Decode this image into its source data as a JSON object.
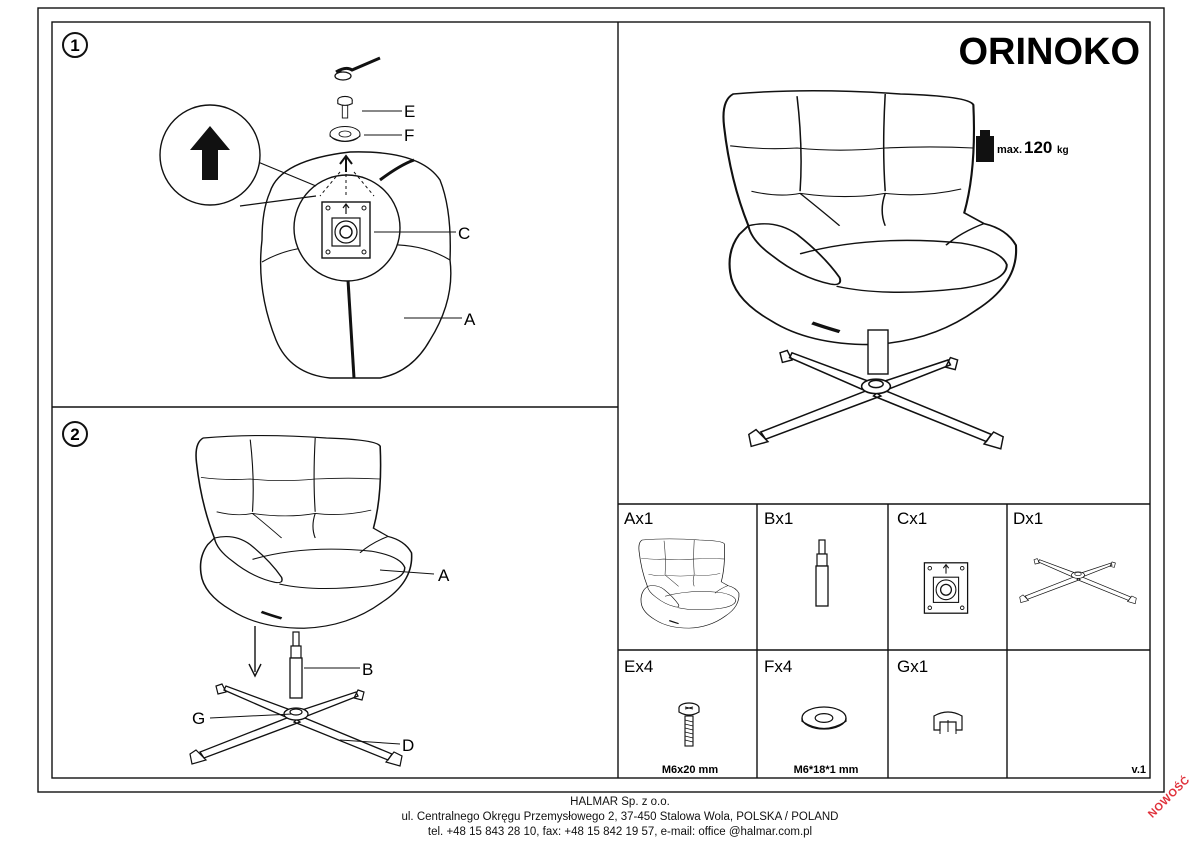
{
  "title": "ORINOKO",
  "max_load": {
    "prefix": "max.",
    "value": "120",
    "unit": "kg"
  },
  "steps": [
    {
      "number": "1",
      "labels": {
        "E": "E",
        "F": "F",
        "C": "C",
        "A": "A"
      }
    },
    {
      "number": "2",
      "labels": {
        "A": "A",
        "B": "B",
        "G": "G",
        "D": "D"
      }
    }
  ],
  "parts": [
    {
      "label": "Ax1",
      "icon": "chair-icon"
    },
    {
      "label": "Bx1",
      "icon": "gas-lift-icon"
    },
    {
      "label": "Cx1",
      "icon": "mounting-plate-icon"
    },
    {
      "label": "Dx1",
      "icon": "star-base-icon"
    },
    {
      "label": "Ex4",
      "icon": "screw-icon",
      "spec": "M6x20 mm"
    },
    {
      "label": "Fx4",
      "icon": "washer-icon",
      "spec": "M6*18*1 mm"
    },
    {
      "label": "Gx1",
      "icon": "base-cap-icon"
    }
  ],
  "version": "v.1",
  "footer": {
    "company": "HALMAR Sp. z o.o.",
    "address": "ul. Centralnego Okręgu Przemysłowego 2, 37-450 Stalowa Wola, POLSKA / POLAND",
    "contact": "tel. +48 15 843 28 10, fax: +48 15 842 19 57, e-mail: office @halmar.com.pl"
  },
  "badge": "NOWOŚĆ"
}
